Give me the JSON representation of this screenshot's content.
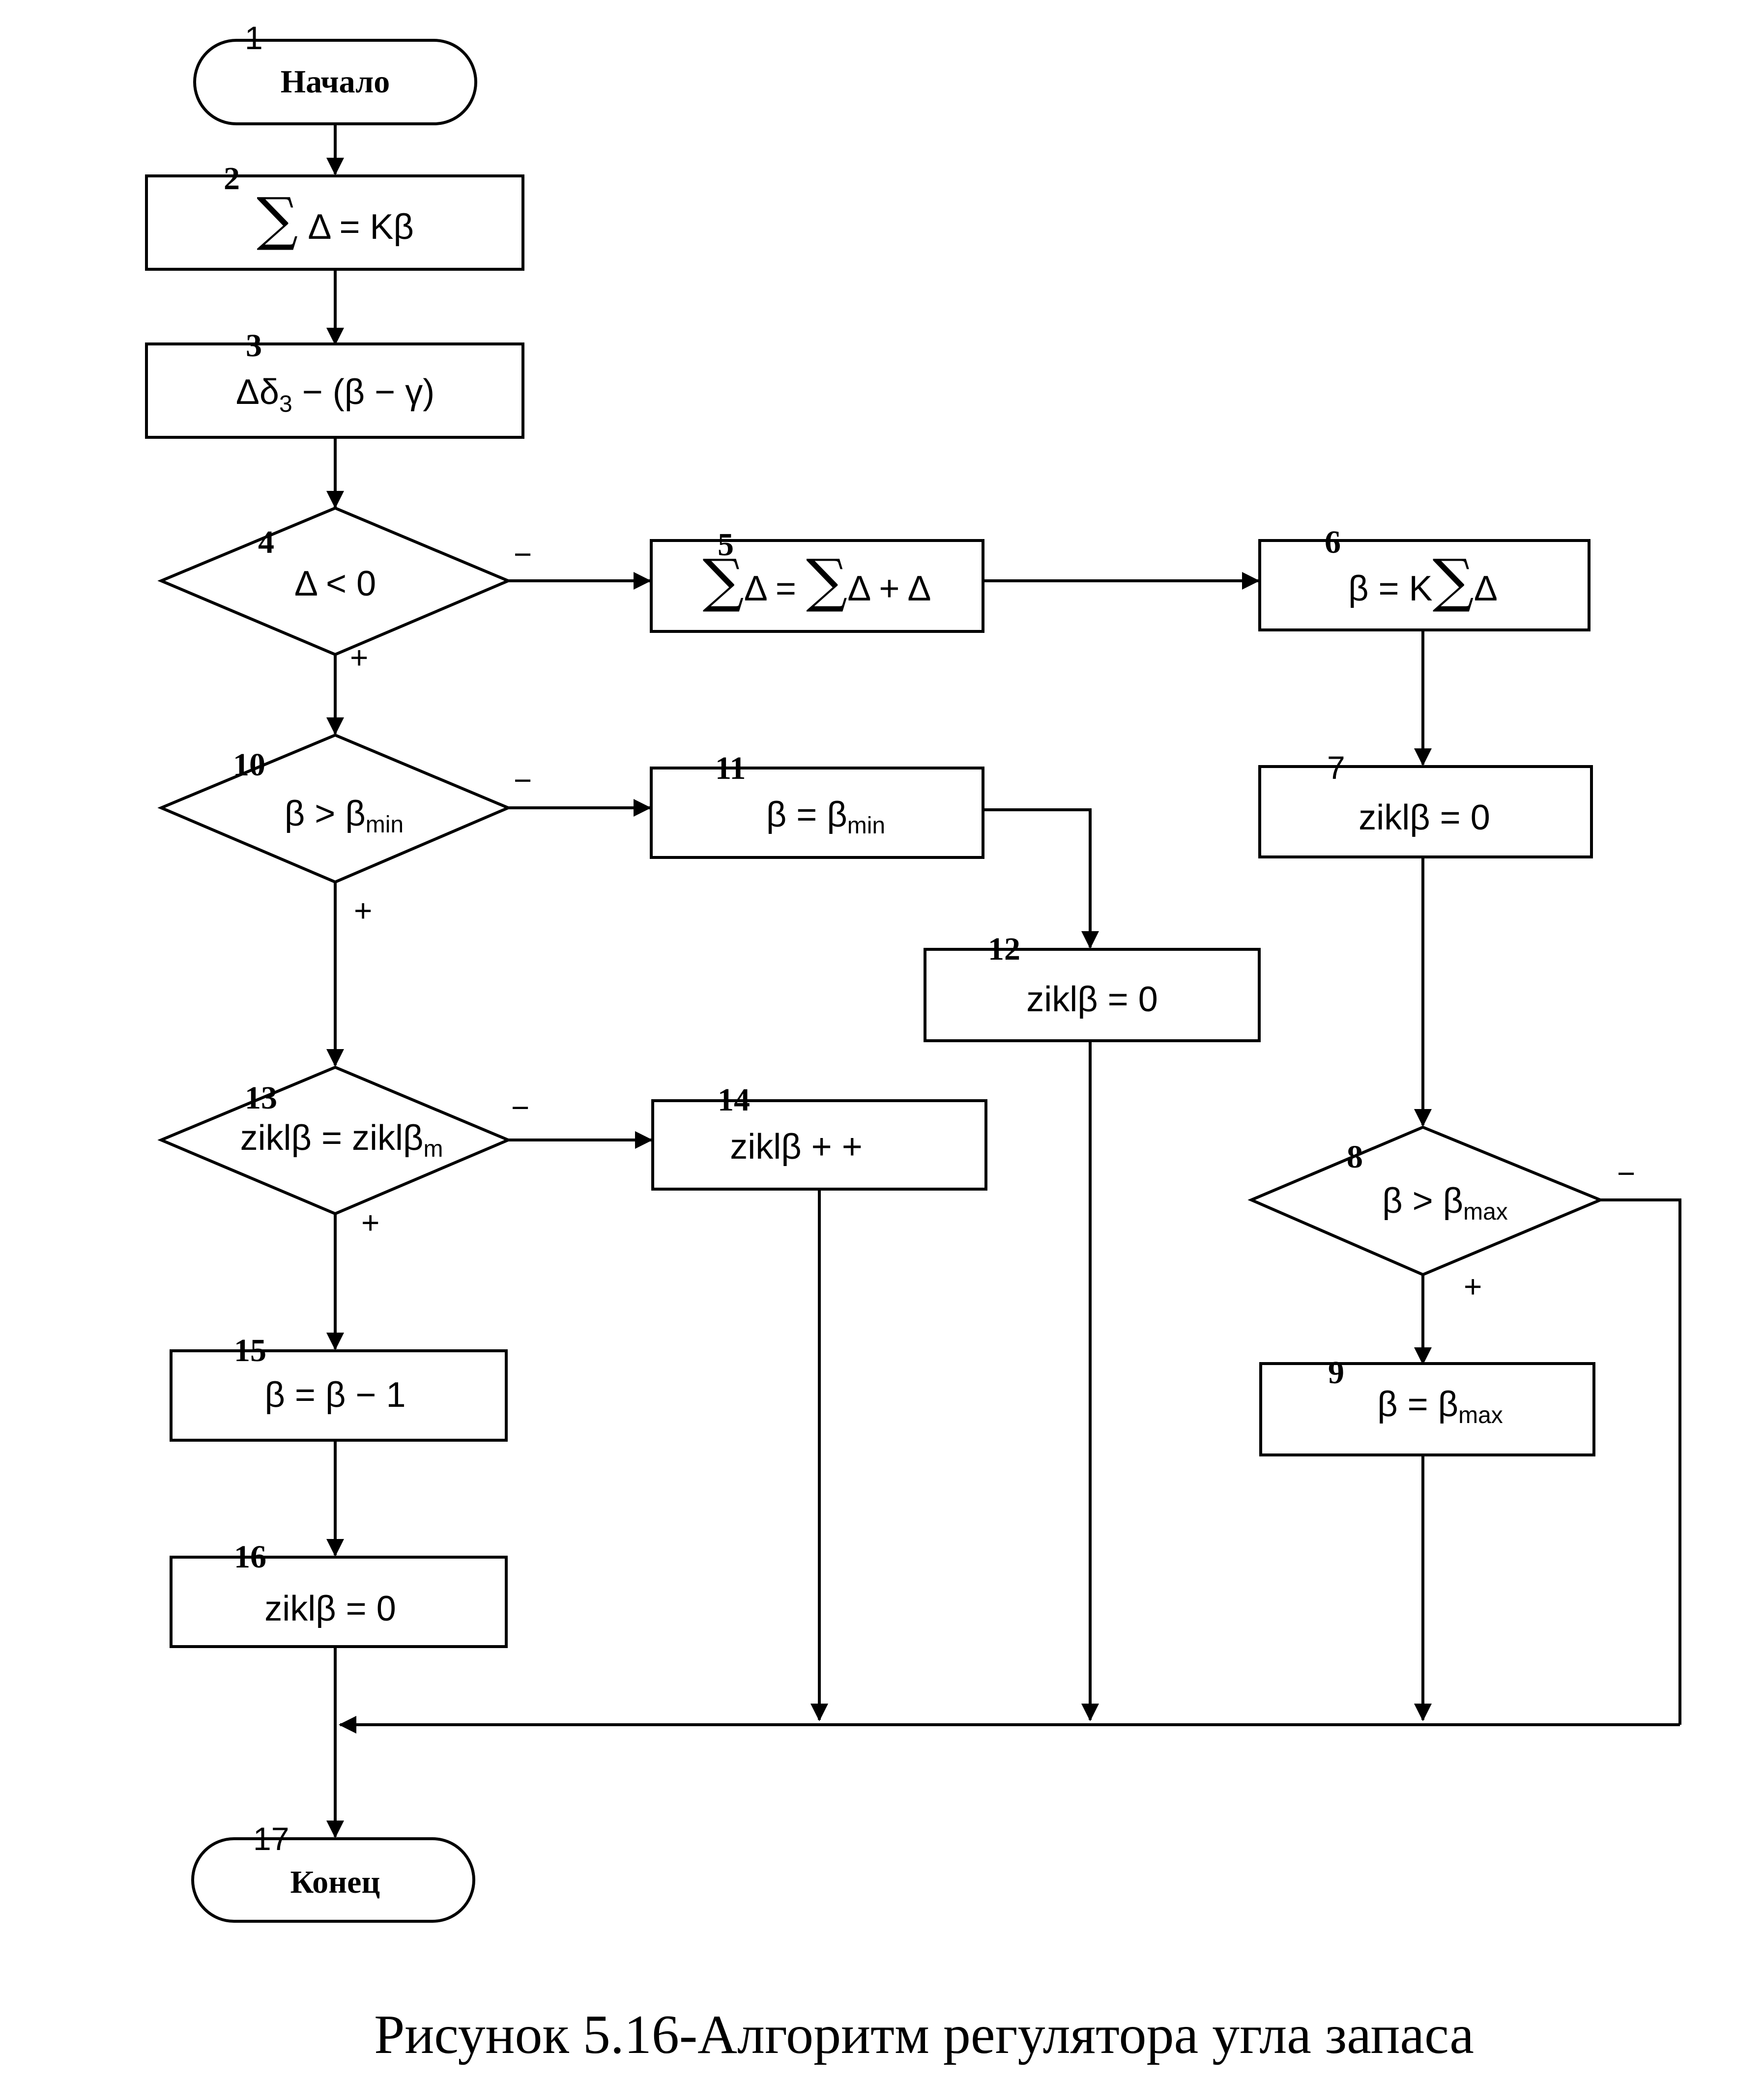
{
  "flowchart": {
    "blocks": {
      "b1": {
        "number": "1",
        "text": "Начало"
      },
      "b2": {
        "number": "2",
        "sum": "∑",
        "text": "Δ = Kβ"
      },
      "b3": {
        "number": "3",
        "pre": "Δδ",
        "sub": "3",
        "post": " − (β − γ)"
      },
      "b4": {
        "number": "4",
        "text": "Δ < 0"
      },
      "b5": {
        "number": "5",
        "sum1": "∑",
        "mid": "Δ = ",
        "sum2": "∑",
        "tail": "Δ + Δ"
      },
      "b6": {
        "number": "6",
        "pre": "β = K",
        "sum": "∑",
        "tail": "Δ"
      },
      "b7": {
        "number": "7",
        "text": "ziklβ = 0"
      },
      "b8": {
        "number": "8",
        "pre": "β > β",
        "sub": "max"
      },
      "b9": {
        "number": "9",
        "pre": "β = β",
        "sub": "max"
      },
      "b10": {
        "number": "10",
        "pre": "β > β",
        "sub": "min"
      },
      "b11": {
        "number": "11",
        "pre": "β = β",
        "sub": "min"
      },
      "b12": {
        "number": "12",
        "text": "ziklβ = 0"
      },
      "b13": {
        "number": "13",
        "pre": "ziklβ = ziklβ",
        "sub": "m"
      },
      "b14": {
        "number": "14",
        "text": "ziklβ + +"
      },
      "b15": {
        "number": "15",
        "text": "β = β − 1"
      },
      "b16": {
        "number": "16",
        "text": "ziklβ = 0"
      },
      "b17": {
        "number": "17",
        "text": "Конец"
      }
    },
    "branch_labels": {
      "d4_no": "−",
      "d4_yes": "+",
      "d10_no": "−",
      "d10_yes": "+",
      "d13_no": "−",
      "d13_yes": "+",
      "d8_no": "−",
      "d8_yes": "+"
    }
  },
  "caption": "Рисунок 5.16-Алгоритм регулятора угла запаса"
}
